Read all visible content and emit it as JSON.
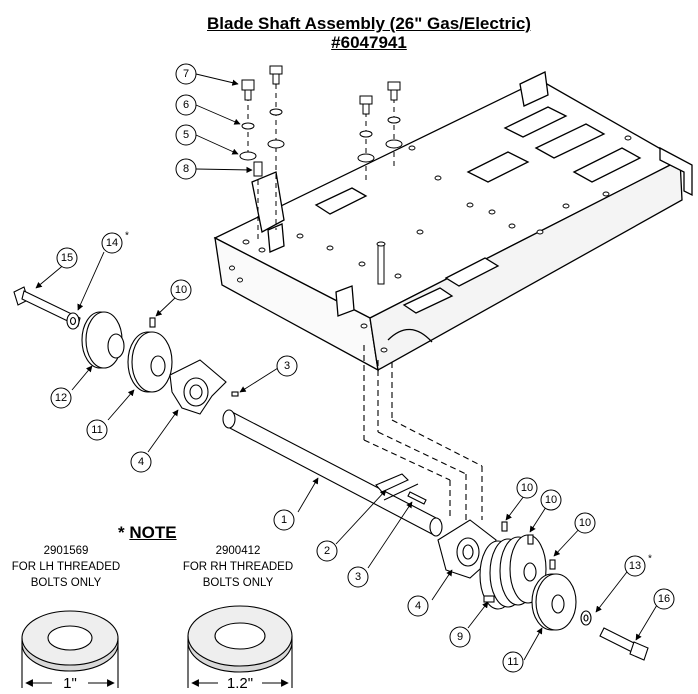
{
  "title": {
    "line1": "Blade Shaft Assembly (26\" Gas/Electric)",
    "line2": "#6047941"
  },
  "note": {
    "asterisk": "*",
    "heading": "NOTE",
    "washer_lh": {
      "part_number": "2901569",
      "line1": "FOR LH THREADED",
      "line2": "BOLTS ONLY",
      "dimension": "1\""
    },
    "washer_rh": {
      "part_number": "2900412",
      "line1": "FOR RH THREADED",
      "line2": "BOLTS ONLY",
      "dimension": "1.2\""
    }
  },
  "callouts": [
    {
      "id": "c7",
      "label": "7"
    },
    {
      "id": "c6",
      "label": "6"
    },
    {
      "id": "c5",
      "label": "5"
    },
    {
      "id": "c8",
      "label": "8"
    },
    {
      "id": "c15",
      "label": "15"
    },
    {
      "id": "c14",
      "label": "14",
      "star": "*"
    },
    {
      "id": "c10a",
      "label": "10"
    },
    {
      "id": "c12",
      "label": "12"
    },
    {
      "id": "c11a",
      "label": "11"
    },
    {
      "id": "c3a",
      "label": "3"
    },
    {
      "id": "c4a",
      "label": "4"
    },
    {
      "id": "c1",
      "label": "1"
    },
    {
      "id": "c2",
      "label": "2"
    },
    {
      "id": "c3b",
      "label": "3"
    },
    {
      "id": "c4b",
      "label": "4"
    },
    {
      "id": "c9",
      "label": "9"
    },
    {
      "id": "c10b",
      "label": "10"
    },
    {
      "id": "c10c",
      "label": "10"
    },
    {
      "id": "c10d",
      "label": "10"
    },
    {
      "id": "c11b",
      "label": "11"
    },
    {
      "id": "c13",
      "label": "13",
      "star": "*"
    },
    {
      "id": "c16",
      "label": "16"
    }
  ]
}
